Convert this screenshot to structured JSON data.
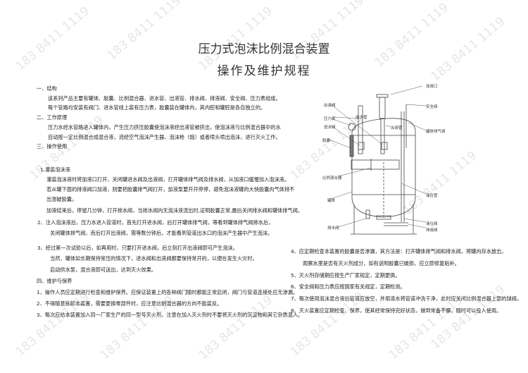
{
  "watermark": "183 8411 1119",
  "title": "压力式泡沫比例混合装置",
  "subtitle": "操作及维护规程",
  "sections": {
    "s1": "一、结构",
    "s1_p1": "该系列产品主要有罐体、胶囊、比例混合器、进水管、出液管、排水阀、排液阀、安全阀、压力表组成。",
    "s1_p2": "每个管路均安装有阀门、进水管线上装有压力表，胶囊装在罐体内，其内腔和罐腔是各自独立的。",
    "s2": "二、工作原理",
    "s2_p1": "压力水经水管路进入罐体内，产生压力挤压胶囊使泡沫液经出液管被挤出，使泡沫液与比例混合器中的水",
    "s2_p2": "自动按一定比例混合成混合液，流经空气泡沫产生器、泡沫枪（炮）或者喷头喷出泡沫，进行灭火工作。",
    "s3": "三、操作使用",
    "s3_1": "1.灌装泡沫液",
    "s3_1_p1": "灌装泡沫液时将加液口打开，关闭罐进水阀及出液阀，打开罐体排气阀及排水阀，从加液口缓慢加入泡沫液。",
    "s3_1_p2": "若从罐下面的排液阀口加液，则要把胶囊排气阀打开，加液泵要开开停停，避免泡沫液罐的大快胶囊内气体排不",
    "s3_1_p3": "出涨破胶囊。",
    "s3_1_p4": "加液结束后，停留几分钟，打开排水阀，当排水阀内无泡沫液流出时,证明胶囊正常,最后关闭排水阀和罐体排气阀。",
    "s3_2_a": "2、注入泡沫液后，压力水进入管道时，首先打开进水阀，后打开罐体排气阀，等看到罐体排气阀排水后，",
    "s3_2_b": "关闭罐体排气阀，而后打开出液阀，需等数分钟后，才能看到管道出水口的泡沫产生器中产生泡沫。",
    "s3_3_a": "3、经过第一次试验以后，如再用时，只要打开进水阀，后立刻打开出液阀即可产生泡沫。",
    "s3_3_b": "当然，罐体如长期保持常压的情况下，进水阀和出液阀都要保持常开的，以便在发生火灾时，",
    "s3_3_c": "启动供水泵，混合液即可送出，达到灭火效果。",
    "s4": "四、维护与保养",
    "s4_1": "1、操作人员应定期进行检查和维护保养。应保证装置上的各种阀门随时都能正常启闭，阀门与管道连接处应无渗漏。",
    "s4_2": "2、不得随意拆卸本装置，需要更换零部件时，应注意比例混合器的方向不能装反。",
    "s4_3": "3、每次应给本装置加入同一厂家生产的同一型号灭火剂，注意在加入灭火剂时不要将灭火剂的沉淀物和其它杂质混入。",
    "s4_4_a": "4、应定期检查本装置的胶囊是否渗漏，其方法是：打开罐体排气阀和排水阀，将罐内存水放出，",
    "s4_4_b": "观察水里是否有灭火剂成分，如有说明胶囊已破损，应立即修复粘补。",
    "s4_5": "5、灭火剂存储期应按生产厂家规定，定期更换。",
    "s4_6": "6、安全阀和压力表应按国家有关规定，定期检测。",
    "s4_7": "7、每次使用泡沫混合液后管道应放空，并用清水将管道冲洗干净，此时应关闭比例混合器上部的球阀。",
    "s4_8": "8、灭火装置应定期检查、保养，使其经常保持完好状态，做到常备不懈，随时可以投入使用。"
  },
  "diagram_labels": {
    "fill_port": "加液口",
    "safety_valve": "安全阀",
    "outlet_valve": "出液阀",
    "inlet_pipe": "进水管",
    "pressure_gauge": "压力表",
    "inlet_valve": "进水阀",
    "bladder": "胶囊",
    "outlet_pipe": "出液管",
    "vent_valve": "罐体排气阀",
    "proportioner": "比例混合器",
    "tank": "罐体",
    "level_pipe": "液位管",
    "drain_valve": "排水阀",
    "level_valve": "液位阀",
    "discharge_valve": "排液阀"
  }
}
